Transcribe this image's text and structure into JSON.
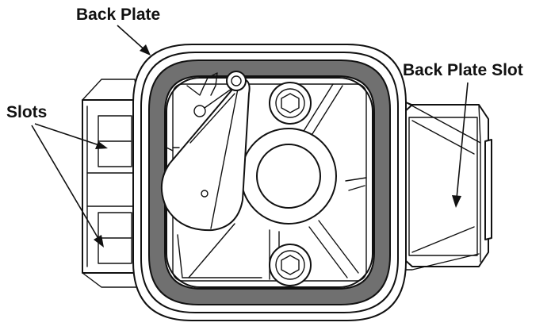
{
  "callouts": {
    "back_plate": "Back Plate",
    "back_plate_slot": "Back Plate Slot",
    "slots": "Slots"
  },
  "colors": {
    "line": "#111111",
    "seal_gasket": "#707070",
    "background": "#ffffff"
  }
}
